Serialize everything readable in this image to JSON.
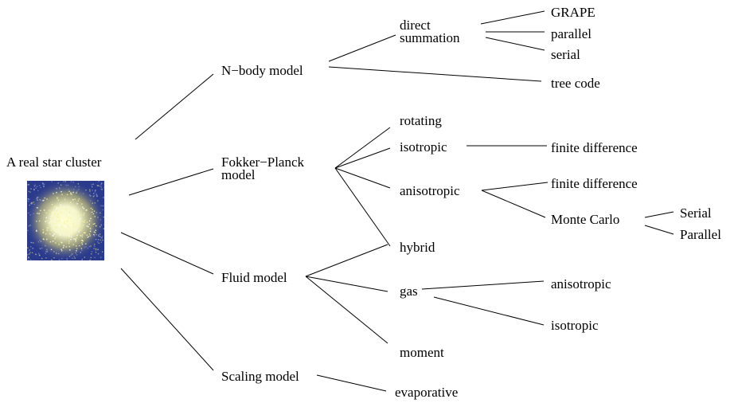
{
  "root": {
    "label": "A real star cluster"
  },
  "models": {
    "nbody": "N−body model",
    "fokker_line1": "Fokker−Planck",
    "fokker_line2": "model",
    "fluid": "Fluid model",
    "scaling": "Scaling model"
  },
  "nbody_children": {
    "direct_line1": "direct",
    "direct_line2": "summation",
    "tree_code": "tree  code",
    "grape": "GRAPE",
    "parallel": "parallel",
    "serial": "serial"
  },
  "fokker_children": {
    "rotating": "rotating",
    "isotropic": "isotropic",
    "anisotropic": "anisotropic",
    "fd_iso": "finite difference",
    "fd_aniso": "finite difference",
    "monte_carlo": "Monte Carlo",
    "mc_serial": "Serial",
    "mc_parallel": "Parallel"
  },
  "fluid_children": {
    "hybrid": "hybrid",
    "gas": "gas",
    "moment": "moment",
    "gas_aniso": "anisotropic",
    "gas_iso": "isotropic"
  },
  "scaling_children": {
    "evaporative": "evaporative"
  },
  "colors": {
    "cluster_bg": "#2a3a8c",
    "cluster_core": "#ffffd0",
    "cluster_glow": "#e8e070"
  }
}
